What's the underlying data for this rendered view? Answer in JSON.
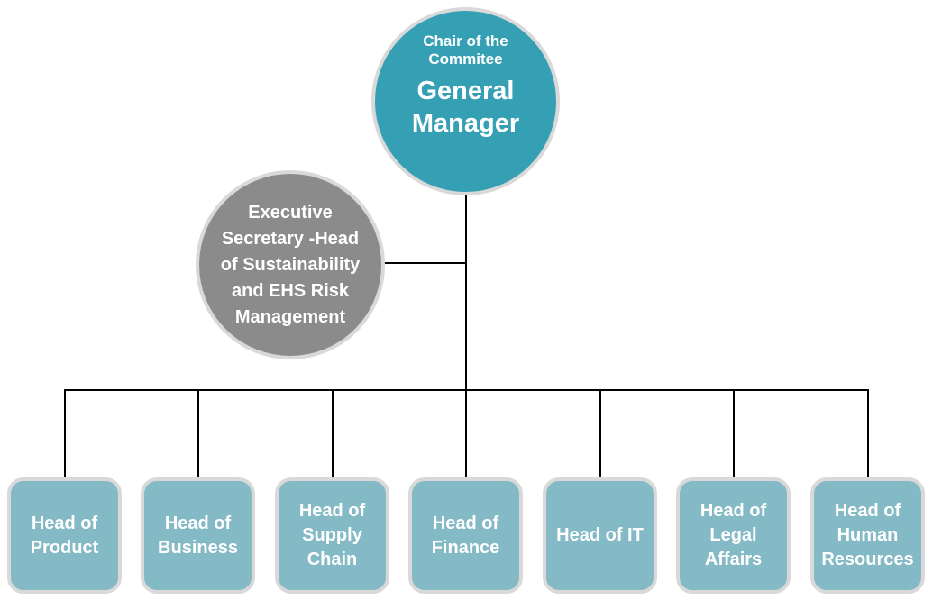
{
  "diagram": {
    "type": "org-chart",
    "colors": {
      "root_fill": "#359fb4",
      "secretary_fill": "#8b8b8b",
      "department_fill": "#84bac6",
      "node_border": "#d9d9d9",
      "connector": "#000000",
      "text": "#ffffff"
    },
    "root": {
      "subtitle": "Chair of the\nCommitee",
      "title": "General\nManager"
    },
    "secretary": {
      "title": "Executive\nSecretary -Head\nof Sustainability\nand EHS Risk\nManagement"
    },
    "departments": [
      {
        "label": "Head of\nProduct"
      },
      {
        "label": "Head of\nBusiness"
      },
      {
        "label": "Head of\nSupply\nChain"
      },
      {
        "label": "Head of\nFinance"
      },
      {
        "label": "Head of IT"
      },
      {
        "label": "Head of\nLegal\nAffairs"
      },
      {
        "label": "Head of\nHuman\nResources"
      }
    ]
  }
}
